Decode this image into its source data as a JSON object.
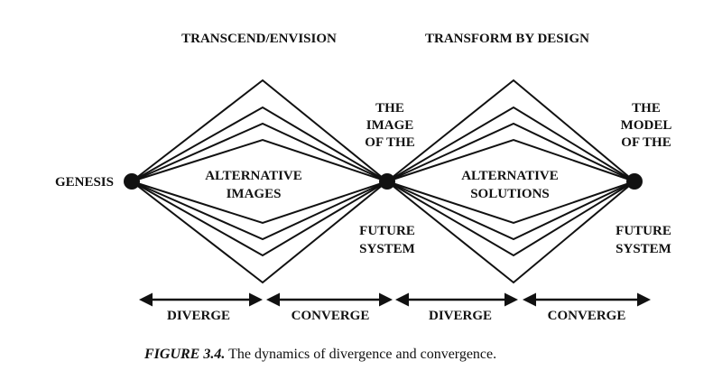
{
  "headings": {
    "left": "TRANSCEND/ENVISION",
    "right": "TRANSFORM BY DESIGN"
  },
  "nodes": {
    "start": "GENESIS",
    "middle_top": [
      "THE",
      "IMAGE",
      "OF THE"
    ],
    "middle_bottom": [
      "FUTURE",
      "SYSTEM"
    ],
    "end_top": [
      "THE",
      "MODEL",
      "OF THE"
    ],
    "end_bottom": [
      "FUTURE",
      "SYSTEM"
    ]
  },
  "diamonds": {
    "left": [
      "ALTERNATIVE",
      "IMAGES"
    ],
    "right": [
      "ALTERNATIVE",
      "SOLUTIONS"
    ]
  },
  "phases": [
    "DIVERGE",
    "CONVERGE",
    "DIVERGE",
    "CONVERGE"
  ],
  "caption": {
    "number": "FIGURE 3.4.",
    "text": " The dynamics of divergence and convergence."
  }
}
